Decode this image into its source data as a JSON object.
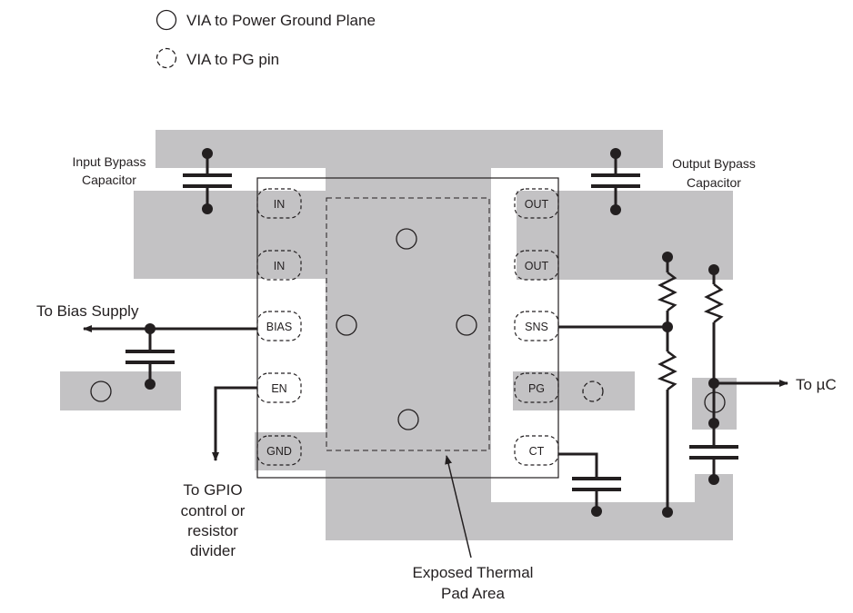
{
  "legend": {
    "via_ground": "VIA to Power Ground Plane",
    "via_pg": "VIA to PG pin"
  },
  "pins": {
    "left": [
      "IN",
      "IN",
      "BIAS",
      "EN",
      "GND"
    ],
    "right": [
      "OUT",
      "OUT",
      "SNS",
      "PG",
      "CT"
    ]
  },
  "labels": {
    "input_bypass_1": "Input Bypass",
    "input_bypass_2": "Capacitor",
    "output_bypass_1": "Output Bypass",
    "output_bypass_2": "Capacitor",
    "to_bias": "To Bias Supply",
    "to_uc": "To µC",
    "gpio_1": "To GPIO",
    "gpio_2": "control or",
    "gpio_3": "resistor",
    "gpio_4": "divider",
    "thermal_1": "Exposed Thermal",
    "thermal_2": "Pad Area"
  },
  "colors": {
    "copper": "#c3c2c4",
    "ink": "#231f20"
  }
}
